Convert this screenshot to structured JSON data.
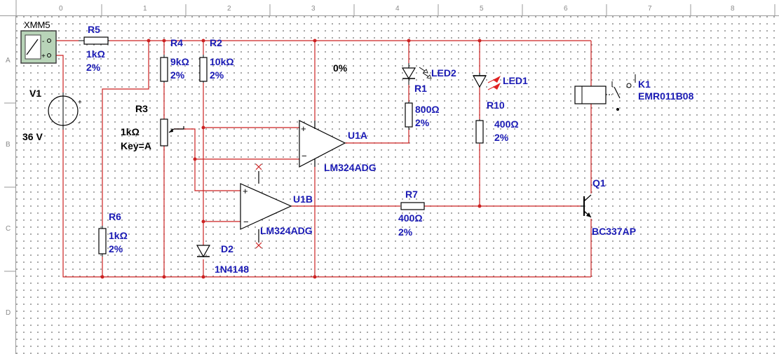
{
  "ruler": {
    "columns": [
      "0",
      "1",
      "2",
      "3",
      "4",
      "5",
      "6",
      "7",
      "8"
    ],
    "rows": [
      "A",
      "B",
      "C",
      "D"
    ]
  },
  "colors": {
    "wire": "#cc2222",
    "label": "#1a1ab4",
    "component": "#000000",
    "instrument_bg": "#b8d4b8"
  },
  "instrument": {
    "ref": "XMM5"
  },
  "source": {
    "ref": "V1",
    "value": "36 V"
  },
  "resistors": {
    "r5": {
      "ref": "R5",
      "value": "1kΩ",
      "tol": "2%"
    },
    "r4": {
      "ref": "R4",
      "value": "9kΩ",
      "tol": "2%"
    },
    "r2": {
      "ref": "R2",
      "value": "10kΩ",
      "tol": "2%"
    },
    "r6": {
      "ref": "R6",
      "value": "1kΩ",
      "tol": "2%"
    },
    "r1": {
      "ref": "R1",
      "value": "800Ω",
      "tol": "2%"
    },
    "r10": {
      "ref": "R10",
      "value": "400Ω",
      "tol": "2%"
    },
    "r7": {
      "ref": "R7",
      "value": "400Ω",
      "tol": "2%"
    }
  },
  "potentiometer": {
    "ref": "R3",
    "value": "1kΩ",
    "key": "Key=A",
    "percent": "0%"
  },
  "opamps": {
    "u1a": {
      "ref": "U1A",
      "part": "LM324ADG"
    },
    "u1b": {
      "ref": "U1B",
      "part": "LM324ADG"
    }
  },
  "diode": {
    "ref": "D2",
    "part": "1N4148"
  },
  "leds": {
    "led2": {
      "ref": "LED2"
    },
    "led1": {
      "ref": "LED1"
    }
  },
  "transistor": {
    "ref": "Q1",
    "part": "BC337AP"
  },
  "relay": {
    "ref": "K1",
    "part": "EMR011B08"
  }
}
